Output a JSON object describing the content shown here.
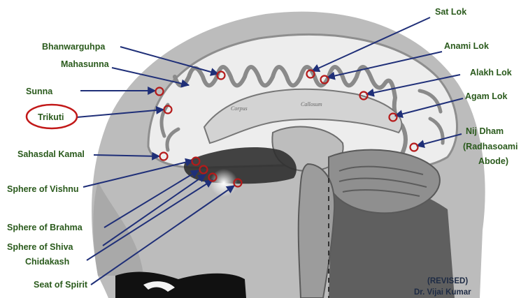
{
  "colors": {
    "label_green": "#2a5a1c",
    "leader_line": "#1f2f78",
    "marker_ring": "#b51a1a",
    "highlight_ellipse": "#c21818",
    "credit_text": "#1e2b44"
  },
  "labels": {
    "sat_lok": "Sat Lok",
    "bhanwarguhpa": "Bhanwarguhpa",
    "anami_lok": "Anami Lok",
    "mahasunna": "Mahasunna",
    "alakh_lok": "Alakh Lok",
    "sunna": "Sunna",
    "agam_lok": "Agam Lok",
    "trikuti": "Trikuti",
    "nij_dham": "Nij Dham",
    "radhasoami": "(Radhasoami",
    "abode": "Abode)",
    "sahasdal_kamal": "Sahasdal Kamal",
    "sphere_vishnu": "Sphere of Vishnu",
    "sphere_brahma": "Sphere of Brahma",
    "sphere_shiva": "Sphere of Shiva",
    "chidakash": "Chidakash",
    "seat_of_spirit": "Seat of Spirit"
  },
  "brain_text": {
    "corpus": "Corpus",
    "callosum": "Callosum"
  },
  "credit": {
    "revised": "(REVISED)",
    "author": "Dr. Vijai Kumar"
  }
}
